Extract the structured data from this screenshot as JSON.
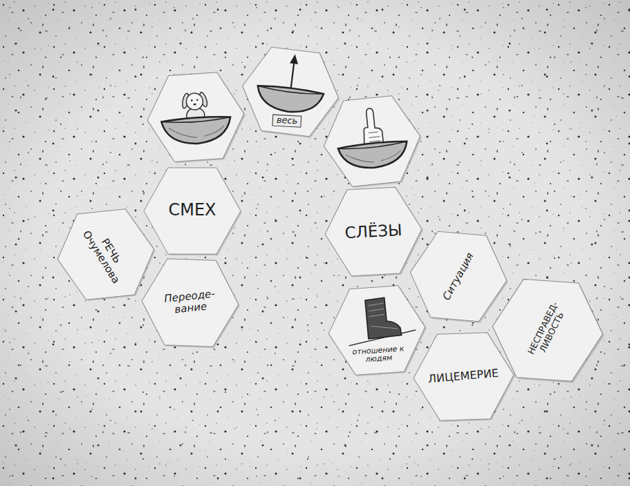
{
  "diagram": {
    "nodes": [
      {
        "text": [
          "весь"
        ]
      },
      {
        "text": [
          "СМЕХ"
        ]
      },
      {
        "text": [
          "СЛЁЗЫ"
        ]
      },
      {
        "text": [
          "РЕЧЬ Очумелова"
        ]
      },
      {
        "text": [
          "Ситуация"
        ]
      },
      {
        "text": [
          "Переоде- вание"
        ]
      },
      {
        "text": [
          "отношение к людям"
        ]
      },
      {
        "text": [
          "НЕСПРАВЕД- ЛИВОСТЬ"
        ]
      },
      {
        "text": [
          "ЛИЦЕМЕРИЕ"
        ]
      }
    ]
  }
}
